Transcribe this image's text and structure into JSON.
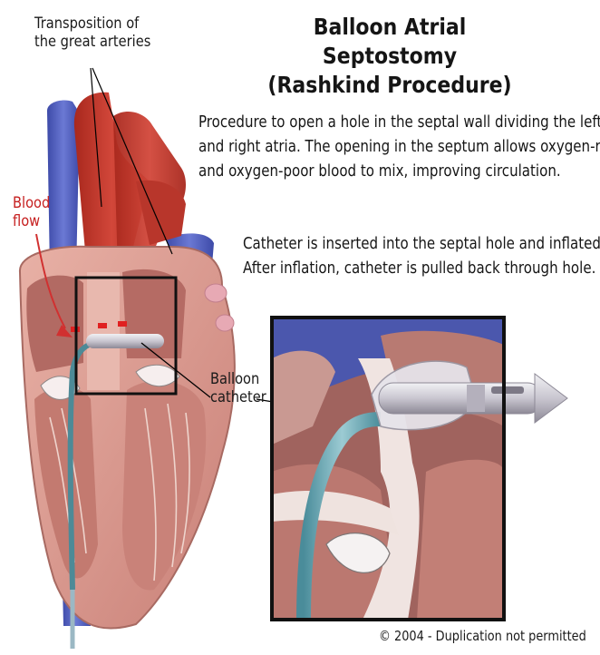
{
  "title": {
    "line1": "Balloon Atrial Septostomy",
    "line2": "(Rashkind Procedure)"
  },
  "labels": {
    "transposition_line1": "Transposition of",
    "transposition_line2": "the great arteries",
    "blood_flow_line1": "Blood",
    "blood_flow_line2": "flow",
    "balloon_line1": "Balloon",
    "balloon_line2": "catheter"
  },
  "description": {
    "line1": "Procedure to open a hole in the septal wall dividing the left",
    "line2": "and right atria. The opening in the septum allows oxygen-rich",
    "line3": "and oxygen-poor blood to mix, improving circulation."
  },
  "catheter_note": {
    "line1": "Catheter is inserted into the septal hole and inflated.",
    "line2": "After inflation, catheter is pulled back through hole."
  },
  "copyright": "© 2004 - Duplication not permitted",
  "colors": {
    "artery_red": "#c0392b",
    "vein_blue": "#4a58b8",
    "muscle_pink": "#d9958b",
    "flow_red": "#e02020"
  }
}
